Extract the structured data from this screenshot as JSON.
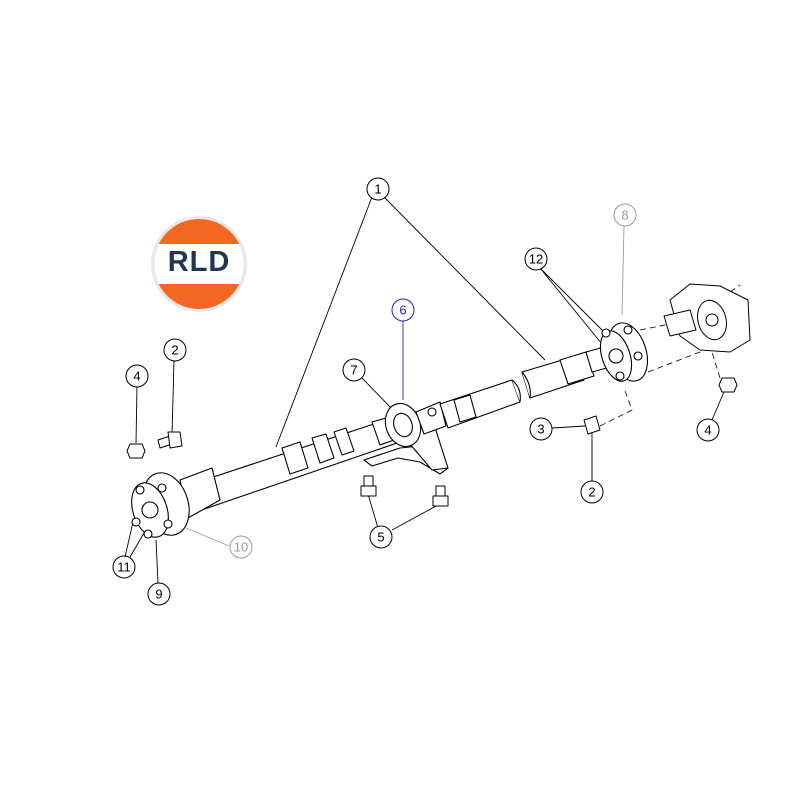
{
  "logo": {
    "text": "RLD",
    "icon": "rld-logo-icon",
    "colors": {
      "orange": "#f26722",
      "band": "#ffffff",
      "text": "#1f3552",
      "ring": "#e8e8e8"
    }
  },
  "callouts": [
    {
      "id": "callout-1",
      "label": "1",
      "color": "#000000"
    },
    {
      "id": "callout-2a",
      "label": "2",
      "color": "#000000"
    },
    {
      "id": "callout-2b",
      "label": "2",
      "color": "#000000"
    },
    {
      "id": "callout-3",
      "label": "3",
      "color": "#000000"
    },
    {
      "id": "callout-4a",
      "label": "4",
      "color": "#000000"
    },
    {
      "id": "callout-4b",
      "label": "4",
      "color": "#000000"
    },
    {
      "id": "callout-5",
      "label": "5",
      "color": "#000000"
    },
    {
      "id": "callout-6",
      "label": "6",
      "color": "#2323b0"
    },
    {
      "id": "callout-7",
      "label": "7",
      "color": "#000000"
    },
    {
      "id": "callout-8",
      "label": "8",
      "color": "#9a9a9a"
    },
    {
      "id": "callout-9",
      "label": "9",
      "color": "#000000"
    },
    {
      "id": "callout-10",
      "label": "10",
      "color": "#9a9a9a"
    },
    {
      "id": "callout-11",
      "label": "11",
      "color": "#000000"
    },
    {
      "id": "callout-12",
      "label": "12",
      "color": "#000000"
    }
  ]
}
